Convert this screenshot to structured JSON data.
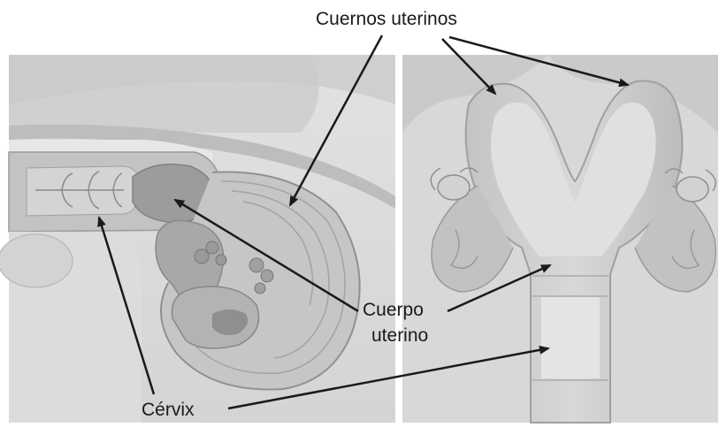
{
  "labels": {
    "cuernos": "Cuernos uterinos",
    "cuerpo_line1": "Cuerpo",
    "cuerpo_line2": "uterino",
    "cervix": "Cérvix"
  },
  "colors": {
    "background": "#ffffff",
    "panel_bg": "#d9d9d9",
    "organ_light": "#cfcfcf",
    "organ_mid": "#b5b5b5",
    "organ_dark": "#9a9a9a",
    "arrow": "#1a1a1a",
    "text": "#1a1a1a"
  }
}
